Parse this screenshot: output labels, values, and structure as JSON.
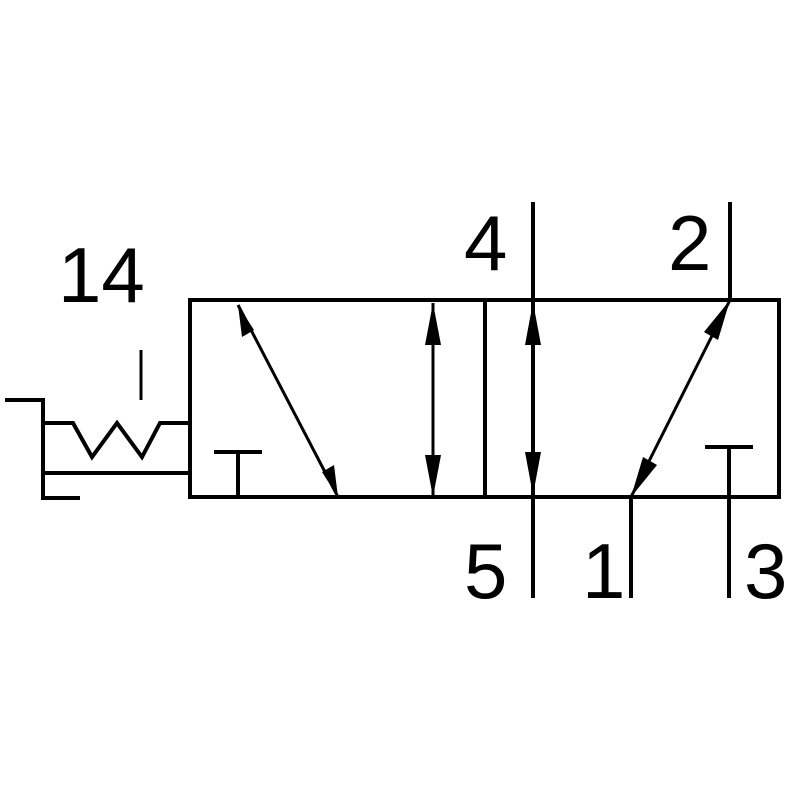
{
  "diagram": {
    "type": "5/2 pneumatic directional valve symbol, spring actuated",
    "labels": {
      "pilot": "14",
      "port_4": "4",
      "port_2": "2",
      "port_5": "5",
      "port_1": "1",
      "port_3": "3"
    },
    "colors": {
      "stroke": "#000000",
      "background": "#ffffff"
    }
  }
}
